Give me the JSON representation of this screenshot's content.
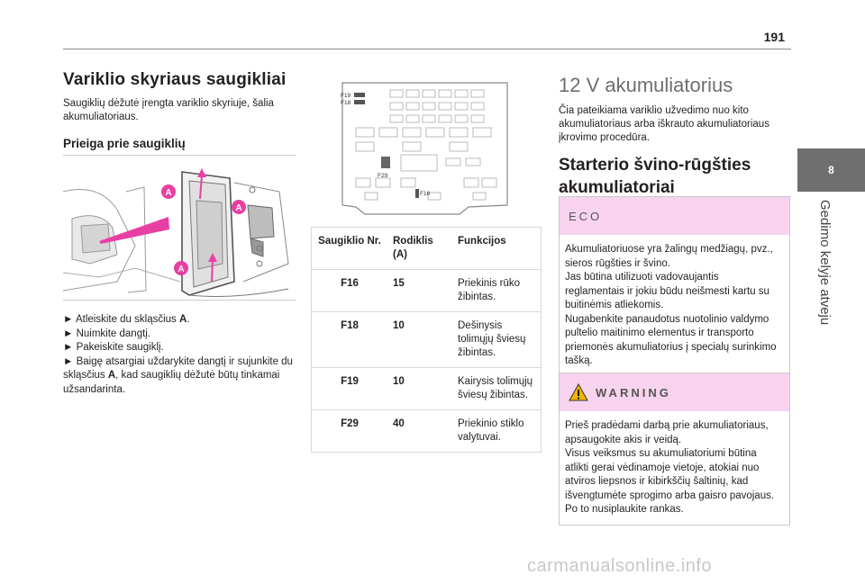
{
  "page": {
    "number": "191"
  },
  "side_tab": {
    "number": "8",
    "label": "Gedimo kelyje atveju"
  },
  "left": {
    "title": "Variklio skyriaus saugikliai",
    "intro": "Saugiklių dėžutė įrengta variklio skyriuje, šalia akumuliatoriaus.",
    "subtitle": "Prieiga prie saugiklių",
    "figure_label": "A",
    "steps": [
      {
        "marker": "►",
        "text": "Atleiskite du skląsčius ",
        "bold": "A",
        "after": "."
      },
      {
        "marker": "►",
        "text": "Nuimkite dangtį.",
        "bold": "",
        "after": ""
      },
      {
        "marker": "►",
        "text": "Pakeiskite saugiklį.",
        "bold": "",
        "after": ""
      },
      {
        "marker": "►",
        "text": "Baigę atsargiai uždarykite dangtį ir sujunkite du skląsčius ",
        "bold": "A",
        "after": ", kad saugiklių dėžutė būtų tinkamai užsandarinta."
      }
    ]
  },
  "fusebox": {
    "labels": [
      "F19",
      "F18",
      "F29",
      "F16"
    ]
  },
  "fuse_table": {
    "headers": [
      "Saugiklio Nr.",
      "Rodiklis (A)",
      "Funkcijos"
    ],
    "rows": [
      {
        "nr": "F16",
        "amp": "15",
        "func": "Priekinis rūko žibintas."
      },
      {
        "nr": "F18",
        "amp": "10",
        "func": "Dešinysis tolimųjų šviesų žibintas."
      },
      {
        "nr": "F19",
        "amp": "10",
        "func": "Kairysis tolimųjų šviesų žibintas."
      },
      {
        "nr": "F29",
        "amp": "40",
        "func": "Priekinio stiklo valytuvai."
      }
    ]
  },
  "right": {
    "title": "12 V akumuliatorius",
    "intro": "Čia pateikiama variklio užvedimo nuo kito akumuliatoriaus arba iškrauto akumuliatoriaus įkrovimo procedūra.",
    "subtitle": "Starterio švino-rūgšties akumuliatoriai",
    "eco": {
      "label": "ECO",
      "text": "Akumuliatoriuose yra žalingų medžiagų, pvz., sieros rūgšties ir švino.\nJas būtina utilizuoti vadovaujantis reglamentais ir jokiu būdu neišmesti kartu su buitinėmis atliekomis.\nNugabenkite panaudotus nuotolinio valdymo pultelio maitinimo elementus ir transporto priemonės akumuliatorius į specialų surinkimo tašką."
    },
    "warning": {
      "label": "WARNING",
      "text": "Prieš pradėdami darbą prie akumuliatoriaus, apsaugokite akis ir veidą.\nVisus veiksmus su akumuliatoriumi būtina atlikti gerai vėdinamoje vietoje, atokiai nuo atviros liepsnos ir kibirkščių šaltinių, kad išvengtumėte sprogimo arba gaisro pavojaus.\nPo to nusiplaukite rankas."
    }
  },
  "colors": {
    "accent_pink": "#f7d3ee",
    "marker_magenta": "#e83fa3",
    "tab_gray": "#6f6f6f"
  },
  "watermark": "carmanualsonline.info"
}
